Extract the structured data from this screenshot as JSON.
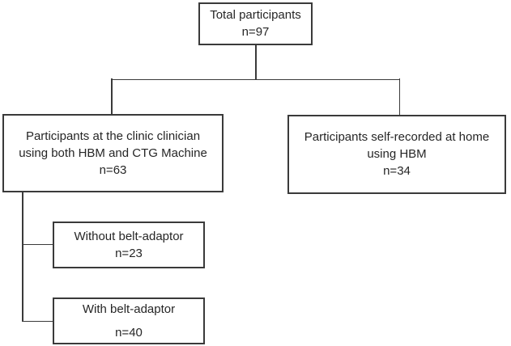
{
  "diagram": {
    "type": "flowchart",
    "colors": {
      "background": "#ffffff",
      "border": "#3a3a3a",
      "text": "#262626"
    },
    "nodes": {
      "total": {
        "lines": [
          "Total participants",
          "n=97"
        ],
        "n": 97
      },
      "clinic": {
        "lines": [
          "Participants at the clinic clinician",
          "using both HBM and CTG Machine",
          "n=63"
        ],
        "n": 63
      },
      "home": {
        "lines": [
          "Participants self-recorded at home",
          "using HBM",
          "n=34"
        ],
        "n": 34
      },
      "without_belt": {
        "lines": [
          "Without belt-adaptor",
          "n=23"
        ],
        "n": 23
      },
      "with_belt": {
        "lines": [
          "With belt-adaptor",
          "n=40"
        ],
        "n": 40
      }
    },
    "edges": [
      {
        "from": "total",
        "to": "clinic"
      },
      {
        "from": "total",
        "to": "home"
      },
      {
        "from": "clinic",
        "to": "without_belt"
      },
      {
        "from": "clinic",
        "to": "with_belt"
      }
    ]
  }
}
